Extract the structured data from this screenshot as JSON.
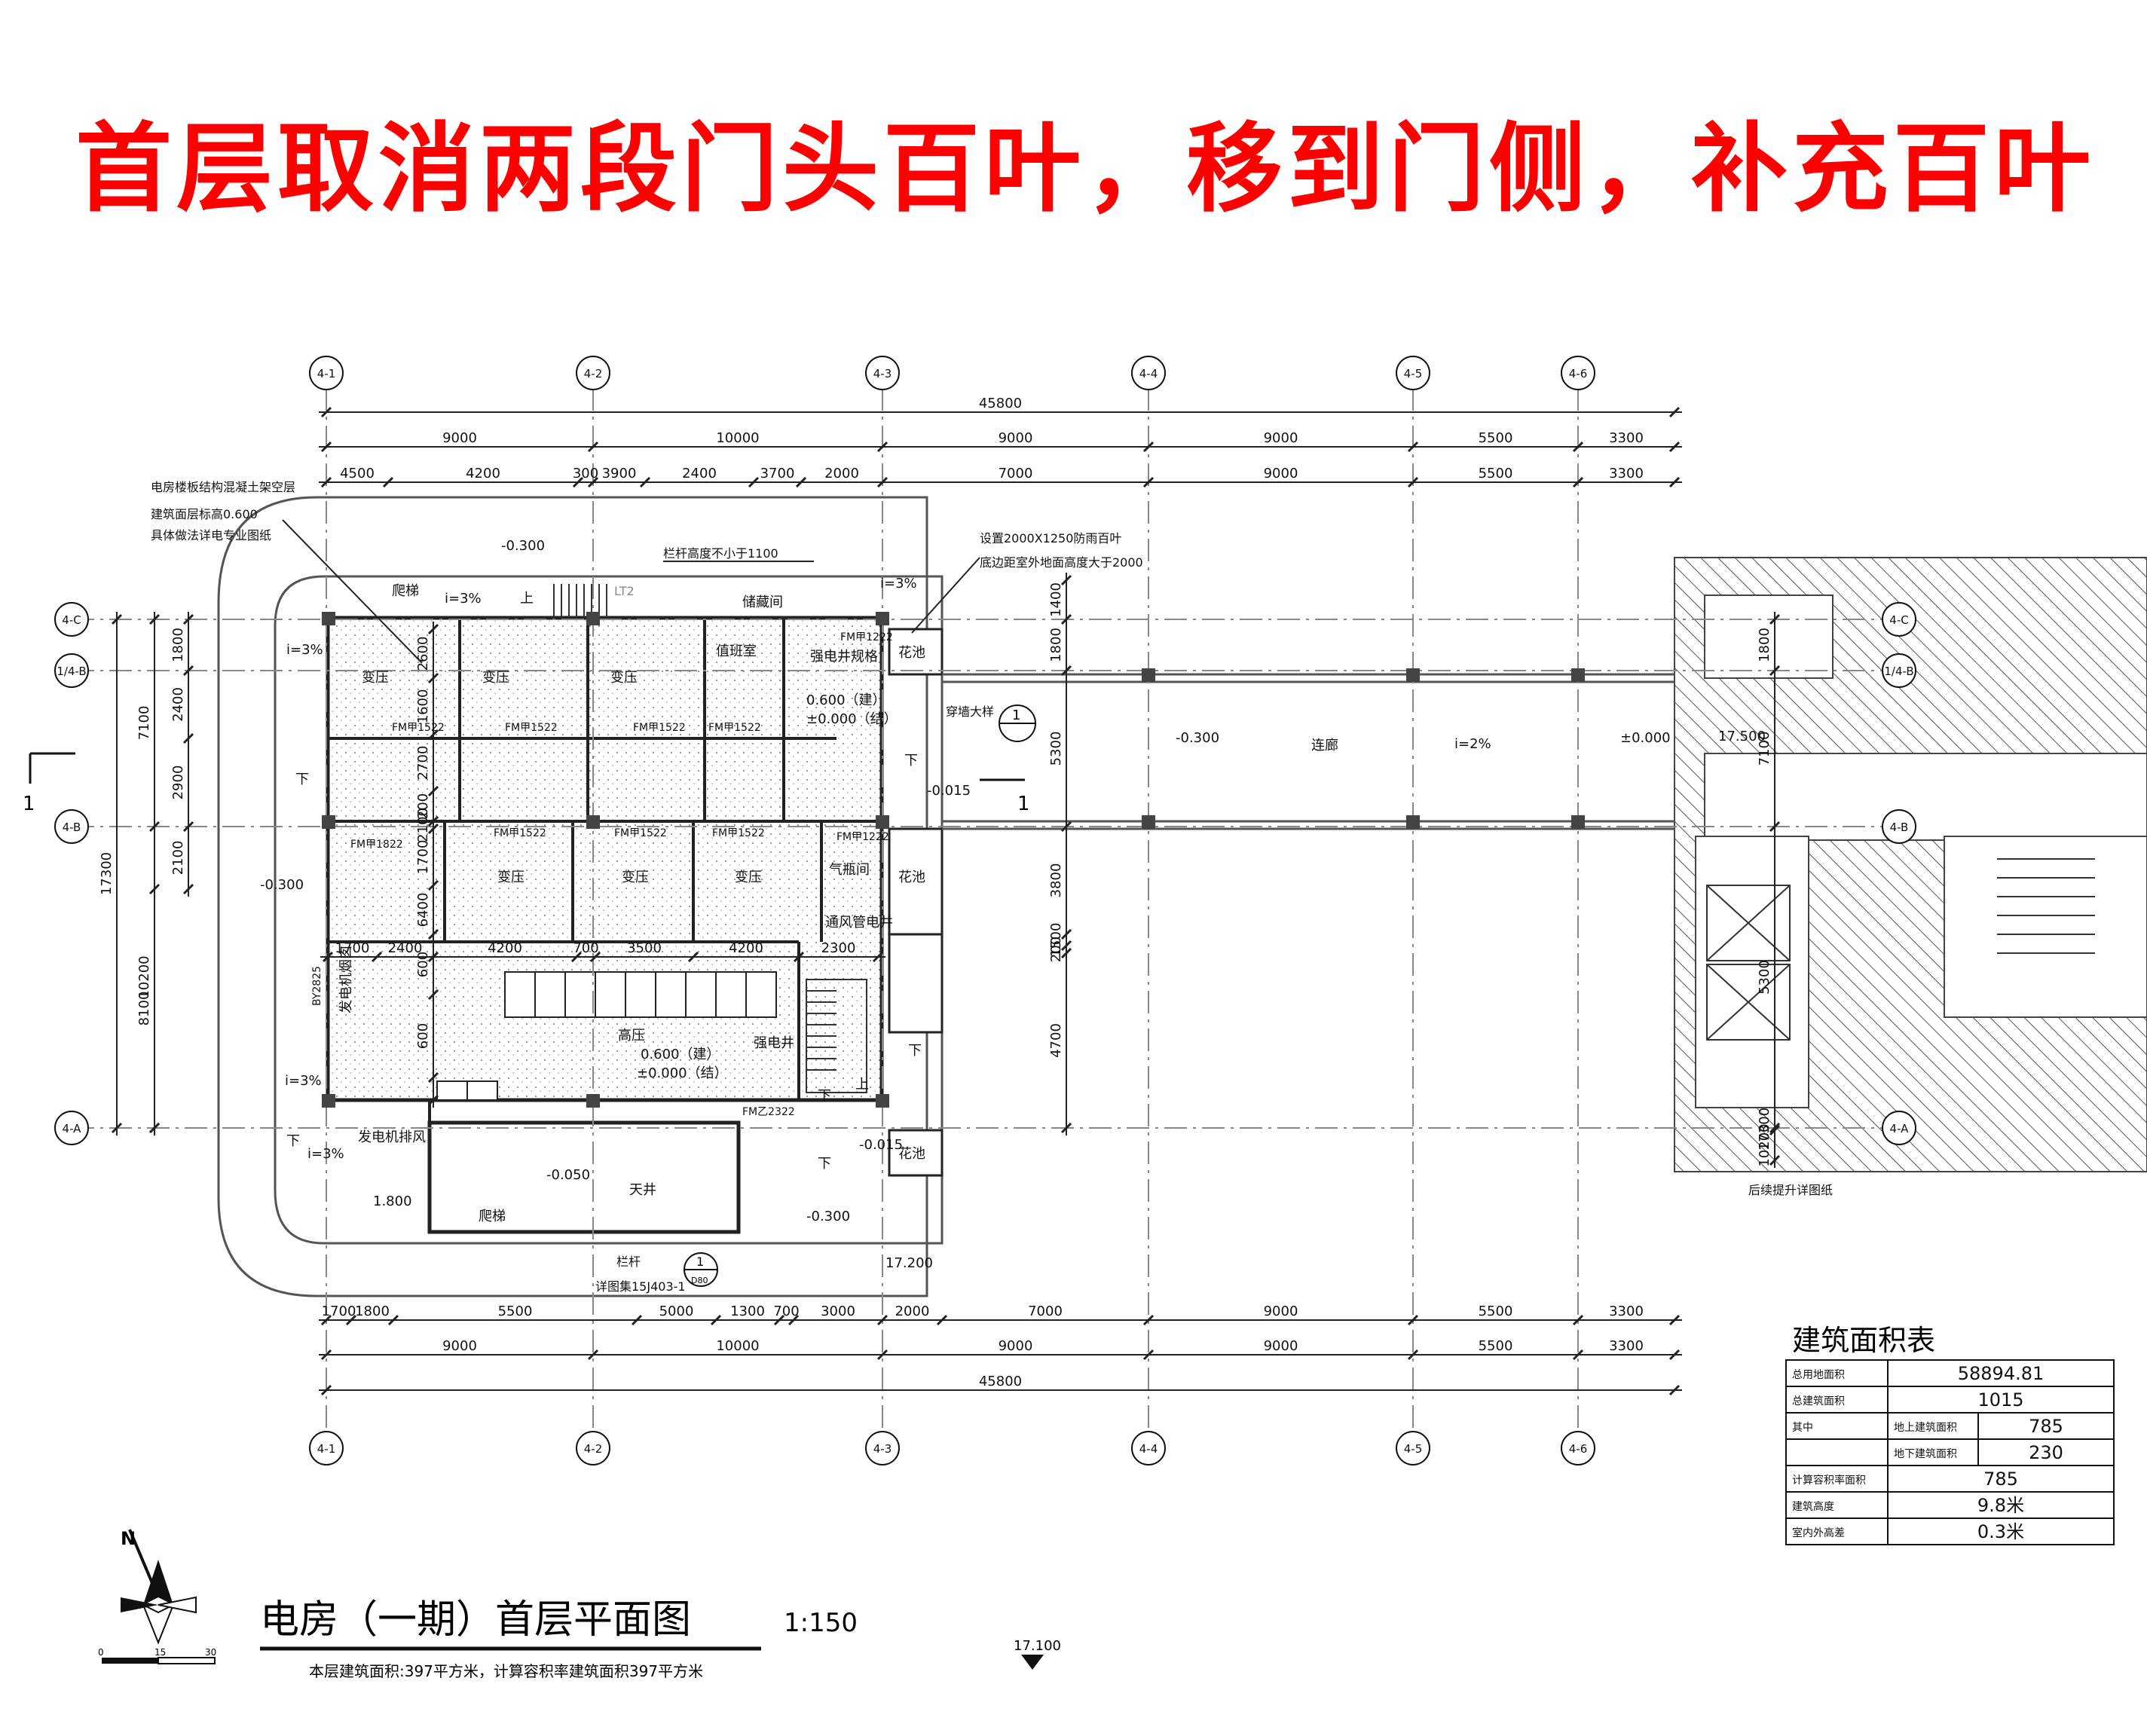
{
  "annotation": {
    "text": "首层取消两段门头百叶，移到门侧，补充百叶",
    "color": "#ff0000"
  },
  "drawing": {
    "title": "电房（一期）首层平面图",
    "scale": "1:150",
    "subtitle": "本层建筑面积:397平方米，计算容积率建筑面积397平方米",
    "elev_bottom": "17.100",
    "section_mark": "1",
    "detail_mark": "1",
    "detail_sheet": "D80"
  },
  "axes": {
    "columns": [
      "4-1",
      "4-2",
      "4-3",
      "4-4",
      "4-5",
      "4-6"
    ],
    "rows": [
      "4-C",
      "1/4-B",
      "4-B",
      "4-A"
    ],
    "right_rows": [
      "4-C",
      "1/4-B",
      "4-B",
      "4-A"
    ]
  },
  "dims": {
    "top_total": "45800",
    "top_axis": [
      "9000",
      "10000",
      "9000",
      "9000",
      "5500",
      "3300"
    ],
    "top_detail": [
      "4500",
      "4200",
      "300",
      "3900",
      "2400",
      "3700",
      "2000",
      "7000",
      "9000",
      "5500",
      "3300"
    ],
    "bottom_detail": [
      "1700",
      "1800",
      "5500",
      "5000",
      "1300",
      "700",
      "3000",
      "2000",
      "7000",
      "9000",
      "5500",
      "3300"
    ],
    "bottom_axis": [
      "9000",
      "10000",
      "9000",
      "9000",
      "5500",
      "3300"
    ],
    "bottom_total": "45800",
    "left_total": "17300",
    "left_axis": [
      "7100",
      "10200"
    ],
    "left_sub": [
      "8100"
    ],
    "left_detail": [
      "1800",
      "2400",
      "2900",
      "2100"
    ],
    "interior_row": [
      "1700",
      "2400",
      "4200",
      "700",
      "3500",
      "4200",
      "2300"
    ],
    "interior_vertical": [
      "2600",
      "1600",
      "2700",
      "200",
      "2100",
      "1700",
      "6400",
      "600",
      "600"
    ],
    "mid_vertical": [
      "1400",
      "1800",
      "5300",
      "3800",
      "1500",
      "200",
      "4700"
    ],
    "right_vertical": [
      "1800",
      "7100",
      "5300",
      "17300",
      "10200"
    ]
  },
  "rooms": {
    "transformer": "变压",
    "hv": "高压",
    "duty": "值班室",
    "storage": "储藏间",
    "gas": "气瓶间",
    "corridor": "连廊",
    "light_well": "天井",
    "planter": "花池",
    "stair": "爬梯",
    "riser": "强电井",
    "generator_flue": "发电机排风",
    "generator_smoke": "发电机烟囱",
    "cable_trench": "强电井规格",
    "elec_shaft2": "通风管电井"
  },
  "doors": {
    "fm1522": "FM甲1522",
    "fm1822": "FM甲1822",
    "fm2322": "FM乙2322",
    "byy2825": "BY2825",
    "fm1222": "FM甲1222"
  },
  "notes": {
    "top_left_1": "电房楼板结构混凝土架空层",
    "top_left_2": "建筑面层标高0.600",
    "top_left_3": "具体做法详电专业图纸",
    "rail": "栏杆高度不小于1100",
    "louver_1": "设置2000X1250防雨百叶",
    "louver_2": "底边距室外地面高度大于2000",
    "pipe": "穿墙大样",
    "right_note": "后续提升详图纸",
    "rail_ref": "栏杆",
    "rail_ref2": "详图集15J403-1",
    "lt2": "LT2"
  },
  "levels": {
    "e_m0300": "-0.300",
    "e_m0015": "-0.015",
    "e_m0050": "-0.050",
    "e_0000": "±0.000",
    "e_0600_a": "0.600（建）",
    "e_0000_a": "±0.000（结）",
    "e_1800": "1.800",
    "e_17200": "17.200",
    "e_17500": "17.500",
    "slope_3": "i=3%",
    "slope_2": "i=2%",
    "down": "下",
    "up": "上"
  },
  "area_table": {
    "title": "建筑面积表",
    "rows": [
      {
        "label": "总用地面积",
        "sub": "",
        "value": "58894.81"
      },
      {
        "label": "总建筑面积",
        "sub": "",
        "value": "1015"
      },
      {
        "label": "其中",
        "sub": "地上建筑面积",
        "value": "785"
      },
      {
        "label": "",
        "sub": "地下建筑面积",
        "value": "230"
      },
      {
        "label": "计算容积率面积",
        "sub": "",
        "value": "785"
      },
      {
        "label": "建筑高度",
        "sub": "",
        "value": "9.8米"
      },
      {
        "label": "室内外高差",
        "sub": "",
        "value": "0.3米"
      }
    ]
  },
  "north": {
    "letter": "N"
  },
  "scale_bar": {
    "start": "0",
    "mid": "15",
    "end": "30"
  }
}
